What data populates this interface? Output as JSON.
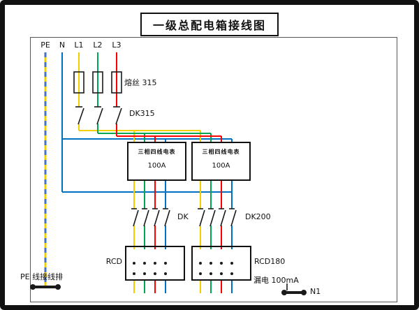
{
  "title": "一级总配电箱接线图",
  "bus_labels": {
    "pe": "PE",
    "n": "N",
    "l1": "L1",
    "l2": "L2",
    "l3": "L3"
  },
  "components": {
    "fuse_label": "熔丝 315",
    "main_breaker_label": "DK315",
    "meter1": {
      "name": "三相四线电表",
      "rating": "100A"
    },
    "meter2": {
      "name": "三相四线电表",
      "rating": "100A"
    },
    "switch_group1_label": "DK",
    "switch_group2_label": "DK200",
    "rcd1_label": "RCD",
    "rcd2_label": "RCD180",
    "leakage_label": "漏电 100mA",
    "pe_bar_label": "PE 线接线排",
    "n_bar_label": "N1"
  },
  "colors": {
    "pe_base": "#f2d000",
    "pe_dash": "#4472c4",
    "neutral": "#0070c0",
    "l1": "#f2d000",
    "l2": "#00a651",
    "l3": "#ff0000",
    "symbol": "#1a1a1a"
  }
}
